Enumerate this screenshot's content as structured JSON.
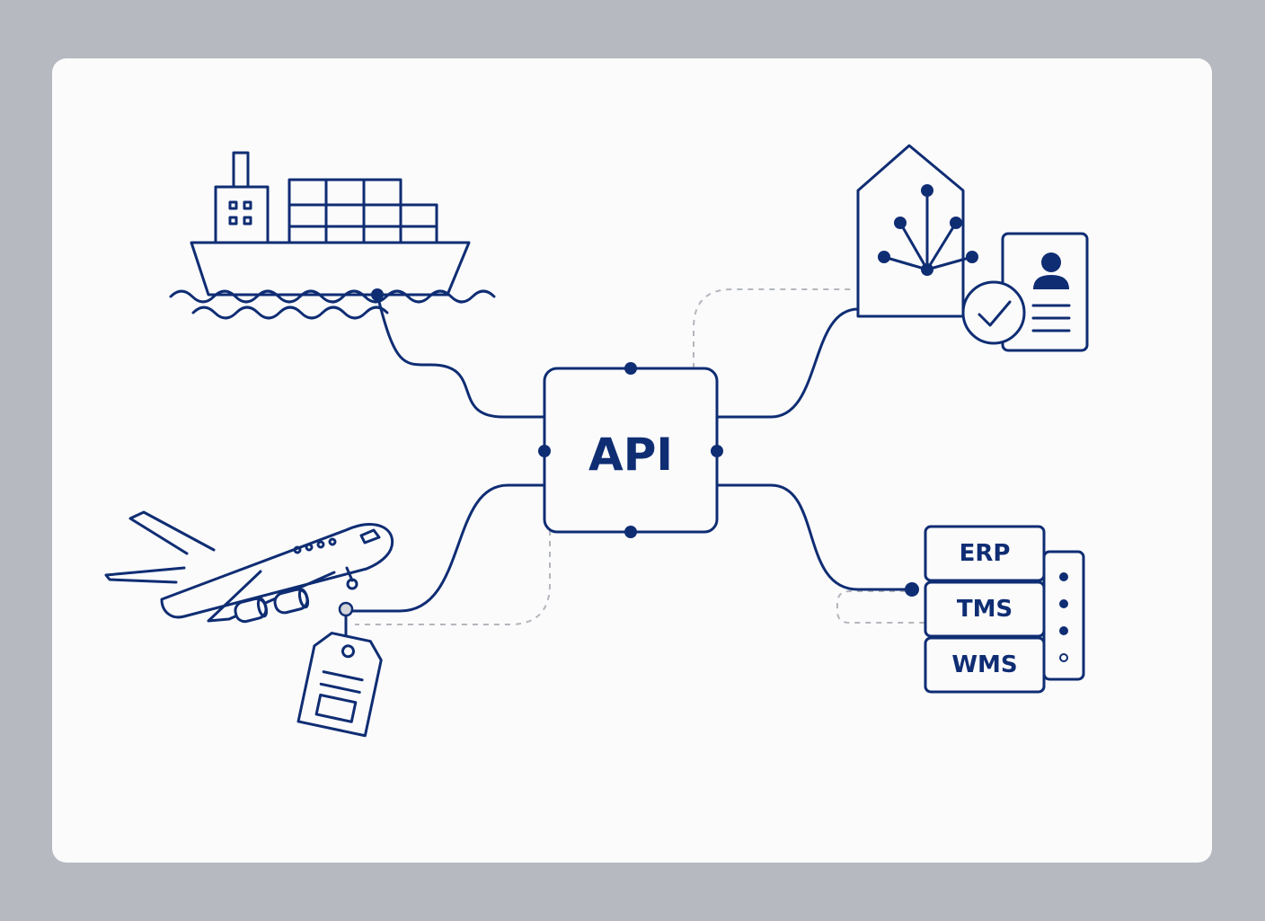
{
  "hub": {
    "label": "API"
  },
  "systems": [
    {
      "label": "ERP"
    },
    {
      "label": "TMS"
    },
    {
      "label": "WMS"
    }
  ],
  "icons": {
    "ship": "container-ship-icon",
    "plane": "airplane-icon",
    "tag": "shipping-tag-icon",
    "warehouse": "network-house-icon",
    "document": "id-document-icon",
    "check": "check-circle-icon",
    "stack": "system-stack-icon"
  },
  "colors": {
    "primary": "#0f2d73",
    "dashed": "#b3b6bd",
    "background": "#b6b9c0",
    "card": "#fbfbfc"
  }
}
